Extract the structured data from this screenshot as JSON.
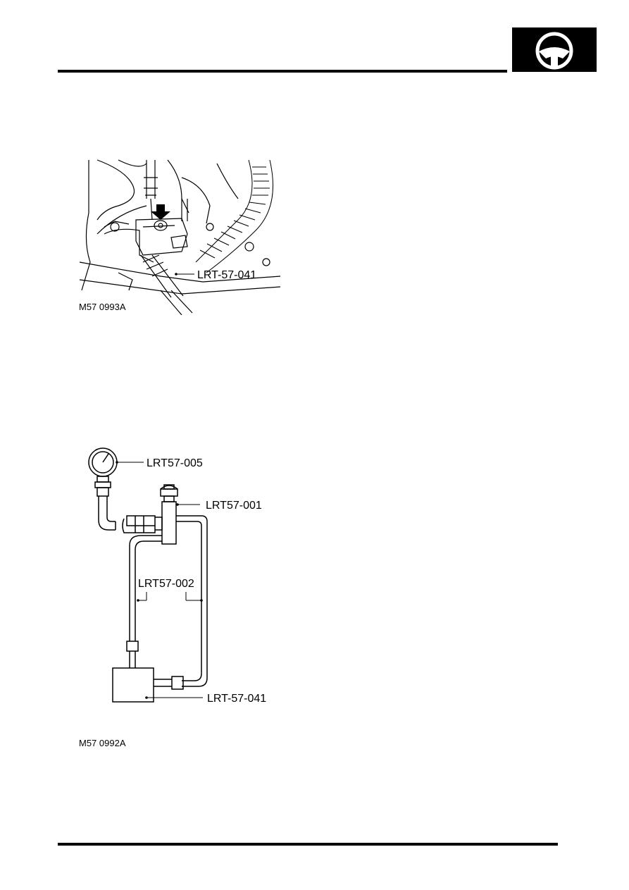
{
  "header": {
    "section_icon": "steering-wheel-icon"
  },
  "figure1": {
    "caption": "M57 0993A",
    "callouts": [
      "LRT-57-041"
    ]
  },
  "figure2": {
    "caption": "M57 0992A",
    "callouts": [
      "LRT57-005",
      "LRT57-001",
      "LRT57-002",
      "LRT-57-041"
    ]
  }
}
